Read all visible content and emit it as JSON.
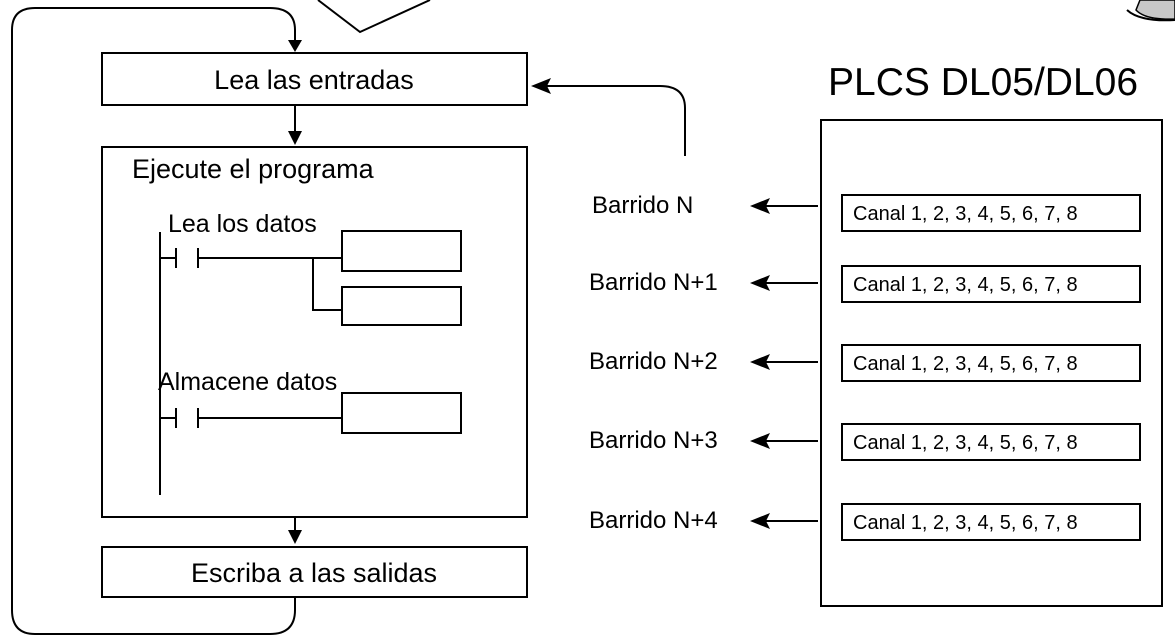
{
  "scan_cycle": {
    "read_inputs": "Lea las entradas",
    "execute_program": "Ejecute el programa",
    "write_outputs": "Escriba a las salidas"
  },
  "ladder": {
    "rung1_label": "Lea los datos",
    "rung2_label": "Almacene datos"
  },
  "plc": {
    "title": "PLCS DL05/DL06"
  },
  "scans": [
    {
      "label": "Barrido N",
      "channels": "Canal 1, 2, 3, 4, 5, 6, 7, 8"
    },
    {
      "label": "Barrido N+1",
      "channels": "Canal 1, 2, 3, 4, 5, 6, 7, 8"
    },
    {
      "label": "Barrido N+2",
      "channels": "Canal 1, 2, 3, 4, 5, 6, 7, 8"
    },
    {
      "label": "Barrido N+3",
      "channels": "Canal 1, 2, 3, 4, 5, 6, 7, 8"
    },
    {
      "label": "Barrido N+4",
      "channels": "Canal 1, 2, 3, 4, 5, 6, 7, 8"
    }
  ]
}
